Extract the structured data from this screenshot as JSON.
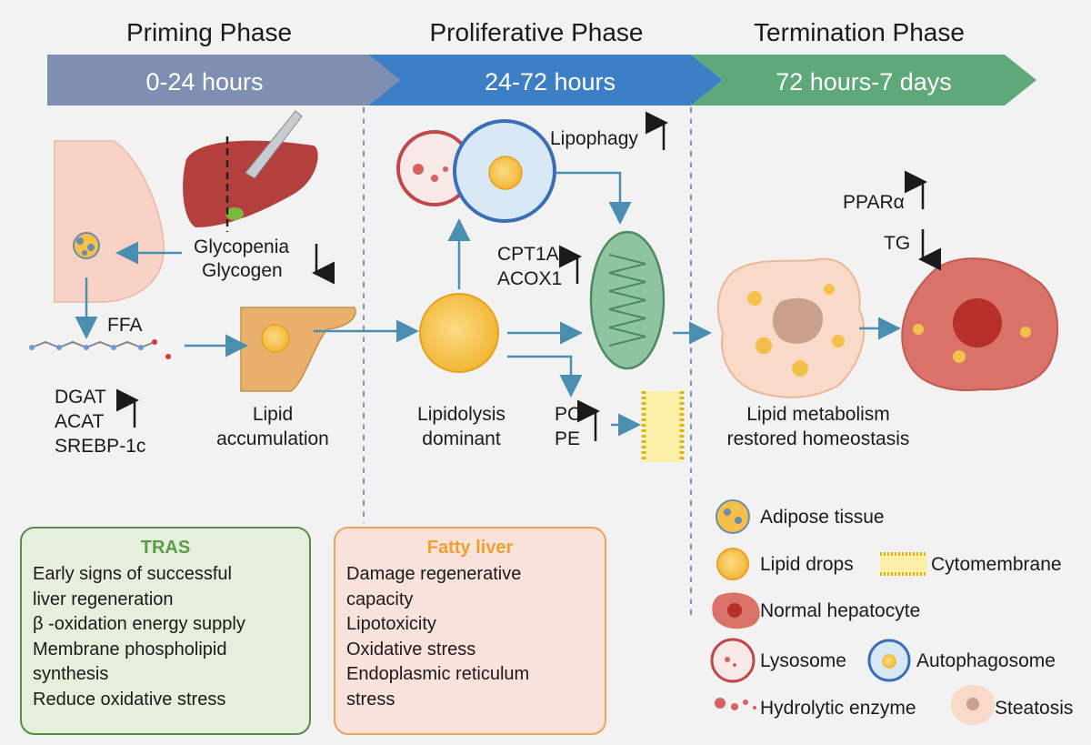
{
  "phases": [
    {
      "title": "Priming Phase",
      "time": "0-24 hours",
      "color": "#7f8fb2"
    },
    {
      "title": "Proliferative Phase",
      "time": "24-72 hours",
      "color": "#3c7fc7"
    },
    {
      "title": "Termination Phase",
      "time": "72 hours-7 days",
      "color": "#5fa87a"
    }
  ],
  "priming": {
    "glycopenia": "Glycopenia",
    "glycogen": "Glycogen",
    "ffa": "FFA",
    "enzymes": [
      "DGAT",
      "ACAT",
      "SREBP-1c"
    ],
    "lipid_accumulation": [
      "Lipid",
      "accumulation"
    ]
  },
  "proliferative": {
    "lipophagy": "Lipophagy",
    "cpt": [
      "CPT1A",
      "ACOX1"
    ],
    "lipidolysis": [
      "Lipidolysis",
      "dominant"
    ],
    "pcpe": [
      "PC",
      "PE"
    ]
  },
  "termination": {
    "ppar": "PPARα",
    "tg": "TG",
    "restored": [
      "Lipid metabolism",
      "restored homeostasis"
    ]
  },
  "boxes": {
    "tras": {
      "title": "TRAS",
      "lines": [
        "Early signs of successful",
        "liver regeneration",
        "β -oxidation energy supply",
        "Membrane phospholipid",
        "synthesis",
        "Reduce oxidative stress"
      ]
    },
    "fatty": {
      "title": "Fatty liver",
      "lines": [
        "Damage regenerative",
        "capacity",
        "Lipotoxicity",
        "Oxidative stress",
        "Endoplasmic reticulum",
        "stress"
      ]
    }
  },
  "legend": {
    "adipose": "Adipose tissue",
    "lipid_drops": "Lipid drops",
    "cytomembrane": "Cytomembrane",
    "hepatocyte": "Normal hepatocyte",
    "lysosome": "Lysosome",
    "autophagosome": "Autophagosome",
    "enzyme": "Hydrolytic enzyme",
    "steatosis": "Steatosis"
  },
  "colors": {
    "arrow": "#4a8fb0",
    "lipid": "#f5c04a",
    "liver": "#b3403d",
    "hepatocyte": "#d9736a",
    "mito": "#8fc4a0",
    "tras_bg": "#e6efdc",
    "tras_border": "#5a8a4a",
    "tras_title": "#5d9b4a",
    "fatty_bg": "#f9e2dc",
    "fatty_border": "#e8a45a",
    "fatty_title": "#f0a030"
  }
}
